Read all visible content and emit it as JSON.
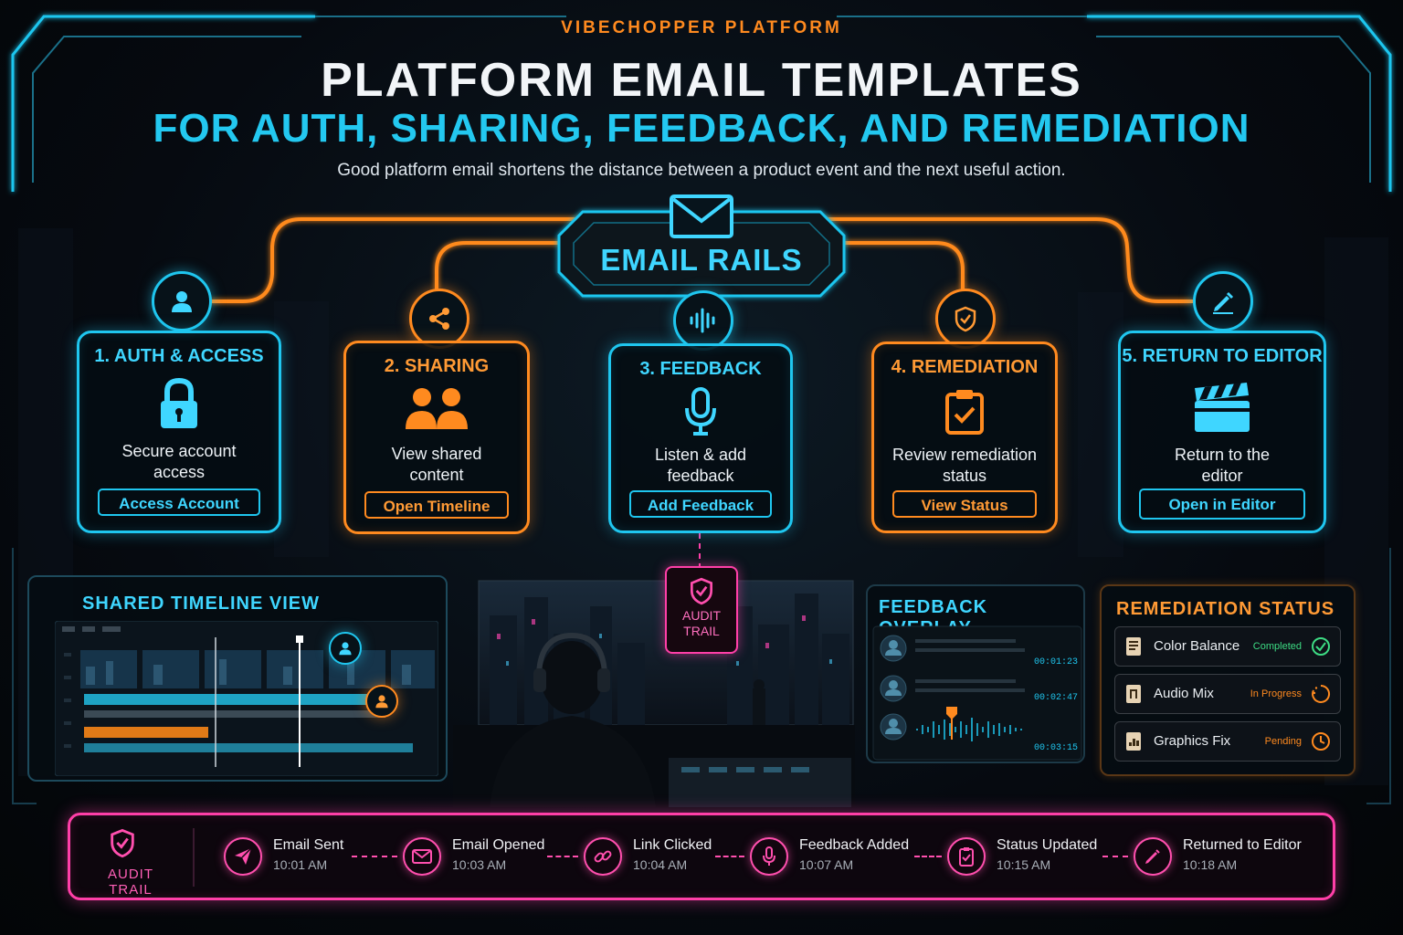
{
  "header": {
    "brand": "VIBECHOPPER PLATFORM",
    "title": "PLATFORM EMAIL TEMPLATES",
    "subtitle": "FOR AUTH, SHARING, FEEDBACK, AND REMEDIATION",
    "tagline": "Good platform email shortens the distance between a product event and the next useful action."
  },
  "hub": {
    "label": "EMAIL RAILS",
    "icon": "envelope-icon"
  },
  "colors": {
    "cyan": "#1fc6ef",
    "orange": "#ff8a1f",
    "pink": "#ff3fa8",
    "green": "#3ddc84"
  },
  "cards": [
    {
      "title": "1. AUTH & ACCESS",
      "desc_line1": "Secure account",
      "desc_line2": "access",
      "button": "Access Account",
      "icon": "lock-icon",
      "badge_icon": "user-icon"
    },
    {
      "title": "2. SHARING",
      "desc_line1": "View shared",
      "desc_line2": "content",
      "button": "Open Timeline",
      "icon": "users-icon",
      "badge_icon": "share-icon"
    },
    {
      "title": "3. FEEDBACK",
      "desc_line1": "Listen & add",
      "desc_line2": "feedback",
      "button": "Add Feedback",
      "icon": "microphone-icon",
      "badge_icon": "waveform-icon"
    },
    {
      "title": "4. REMEDIATION",
      "desc_line1": "Review remediation",
      "desc_line2": "status",
      "button": "View Status",
      "icon": "clipboard-check-icon",
      "badge_icon": "shield-check-icon"
    },
    {
      "title": "5. RETURN TO EDITOR",
      "desc_line1": "Return to the",
      "desc_line2": "editor",
      "button": "Open in Editor",
      "icon": "clapperboard-icon",
      "badge_icon": "pencil-icon"
    }
  ],
  "timeline_panel": {
    "title": "SHARED TIMELINE VIEW"
  },
  "audit_badge": {
    "line1": "AUDIT",
    "line2": "TRAIL"
  },
  "feedback_panel": {
    "title": "FEEDBACK OVERLAY",
    "comments": [
      {
        "time": "00:01:23"
      },
      {
        "time": "00:02:47"
      },
      {
        "time": "00:03:15"
      }
    ]
  },
  "remediation_panel": {
    "title": "REMEDIATION STATUS",
    "items": [
      {
        "name": "Color Balance",
        "status": "Completed",
        "status_color": "#3ddc84"
      },
      {
        "name": "Audio Mix",
        "status": "In Progress",
        "status_color": "#ff8a1f"
      },
      {
        "name": "Graphics Fix",
        "status": "Pending",
        "status_color": "#ff8a1f"
      }
    ]
  },
  "audit_trail": {
    "label": "AUDIT TRAIL",
    "events": [
      {
        "label": "Email Sent",
        "time": "10:01 AM",
        "icon": "paper-plane-icon"
      },
      {
        "label": "Email Opened",
        "time": "10:03 AM",
        "icon": "envelope-icon"
      },
      {
        "label": "Link Clicked",
        "time": "10:04 AM",
        "icon": "link-icon"
      },
      {
        "label": "Feedback Added",
        "time": "10:07 AM",
        "icon": "microphone-icon"
      },
      {
        "label": "Status Updated",
        "time": "10:15 AM",
        "icon": "clipboard-check-icon"
      },
      {
        "label": "Returned to Editor",
        "time": "10:18 AM",
        "icon": "pencil-icon"
      }
    ]
  }
}
